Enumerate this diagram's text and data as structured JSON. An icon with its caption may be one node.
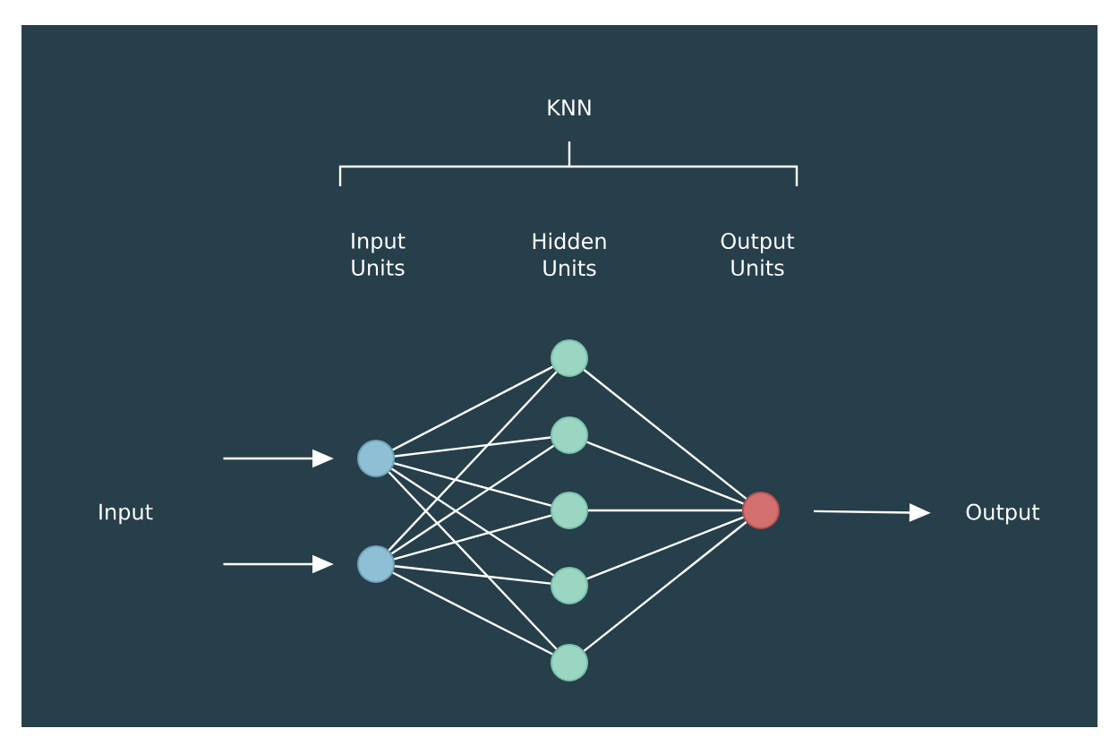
{
  "diagram": {
    "nodes": [
      {
        "text": [
          "Input"
        ]
      },
      {
        "text": [],
        "shape": "circle"
      },
      {
        "text": [],
        "shape": "circle"
      },
      {
        "text": [],
        "shape": "circle"
      },
      {
        "text": [],
        "shape": "circle"
      },
      {
        "text": [],
        "shape": "circle"
      },
      {
        "text": [],
        "shape": "circle"
      },
      {
        "text": [],
        "shape": "circle"
      },
      {
        "text": [],
        "shape": "circle"
      },
      {
        "text": [
          "Output"
        ]
      }
    ],
    "edges": [
      {
        "from": 0,
        "to": 1,
        "arrow": "to"
      },
      {
        "from": 0,
        "to": 2,
        "arrow": "to"
      },
      {
        "from": 1,
        "to": 3,
        "arrow": "none"
      },
      {
        "from": 1,
        "to": 4,
        "arrow": "none"
      },
      {
        "from": 1,
        "to": 5,
        "arrow": "none"
      },
      {
        "from": 1,
        "to": 6,
        "arrow": "none"
      },
      {
        "from": 1,
        "to": 7,
        "arrow": "none"
      },
      {
        "from": 2,
        "to": 3,
        "arrow": "none"
      },
      {
        "from": 2,
        "to": 4,
        "arrow": "none"
      },
      {
        "from": 2,
        "to": 5,
        "arrow": "none"
      },
      {
        "from": 2,
        "to": 6,
        "arrow": "none"
      },
      {
        "from": 2,
        "to": 7,
        "arrow": "none"
      },
      {
        "from": 3,
        "to": 8,
        "arrow": "none"
      },
      {
        "from": 4,
        "to": 8,
        "arrow": "none"
      },
      {
        "from": 5,
        "to": 8,
        "arrow": "none"
      },
      {
        "from": 6,
        "to": 8,
        "arrow": "none"
      },
      {
        "from": 7,
        "to": 8,
        "arrow": "none"
      },
      {
        "from": 8,
        "to": 9,
        "arrow": "to"
      }
    ],
    "labels": [
      "KNN",
      "Input Units",
      "Hidden Units",
      "Output Units"
    ]
  }
}
